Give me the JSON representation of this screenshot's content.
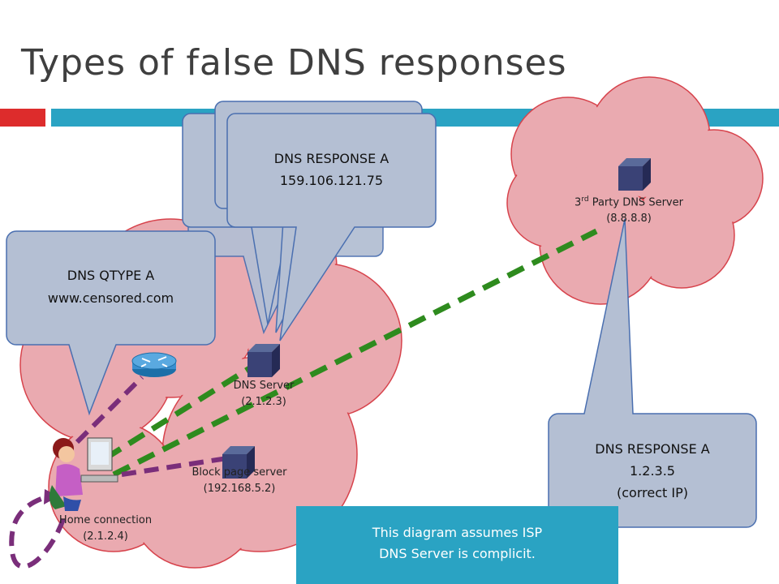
{
  "title": "Types of false DNS responses",
  "callouts": {
    "query": {
      "line1": "DNS QTYPE A",
      "line2": "www.censored.com"
    },
    "false_response": {
      "line1": "DNS RESPONSE A",
      "line2": "159.106.121.75"
    },
    "correct_response": {
      "line1": "DNS RESPONSE A",
      "line2": "1.2.3.5",
      "line3": "(correct IP)"
    }
  },
  "nodes": {
    "third_party_dns": {
      "label_prefix": "3",
      "label_sup": "rd",
      "label_rest": " Party DNS Server",
      "ip": "(8.8.8.8)"
    },
    "isp_dns": {
      "label": "DNS Server",
      "ip": "(2.1.2.3)"
    },
    "block_page": {
      "label": "Block page server",
      "ip": "(192.168.5.2)"
    },
    "home": {
      "label": "Home connection",
      "ip": "(2.1.2.4)"
    }
  },
  "note": {
    "line1": "This diagram assumes ISP",
    "line2": "DNS Server is complicit."
  },
  "colors": {
    "accent_red": "#dd2c2c",
    "accent_blue": "#2aa3c3",
    "cloud": "#eaaab0",
    "callout": "#b8c4d8",
    "green_link": "#2e8b1e",
    "purple_link": "#7a2e7a"
  }
}
